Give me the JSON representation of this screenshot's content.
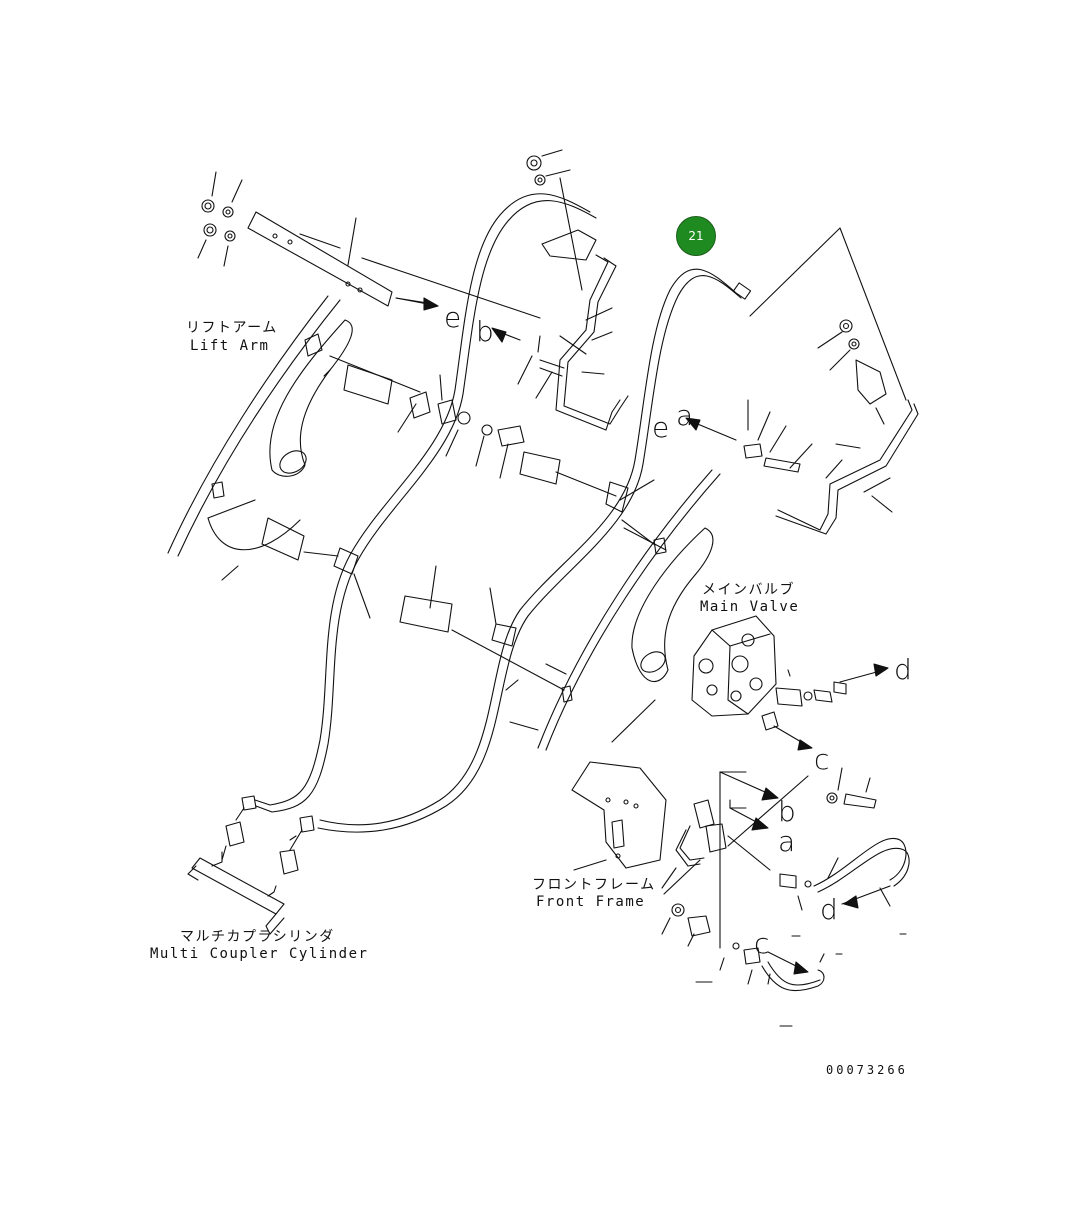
{
  "colors": {
    "line": "#111111",
    "callout_fill": "#1f8a1f",
    "background": "#ffffff"
  },
  "callout": {
    "number": "21"
  },
  "labels": {
    "lift_arm_jp": "リフトアーム",
    "lift_arm_en": "Lift Arm",
    "main_valve_jp": "メインバルブ",
    "main_valve_en": "Main Valve",
    "front_frame_jp": "フロントフレーム",
    "front_frame_en": "Front Frame",
    "multi_coupler_jp": "マルチカプラシリンダ",
    "multi_coupler_en": "Multi Coupler Cylinder"
  },
  "connection_letters": {
    "e1": "e",
    "b1": "b",
    "e2": "e",
    "a1": "a",
    "d1": "d",
    "c1": "c",
    "b2": "b",
    "a2": "a",
    "d2": "d",
    "c2": "c"
  },
  "document_number": "00073266"
}
